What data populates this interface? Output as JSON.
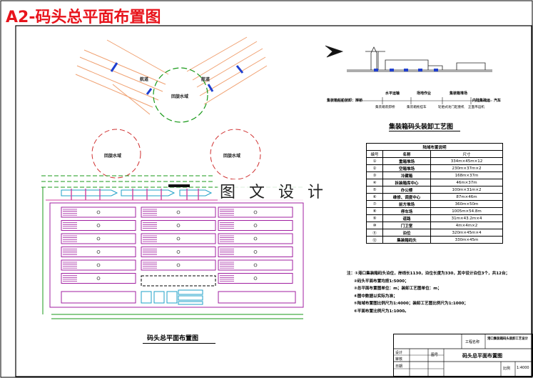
{
  "sheet_title": "A2-码头总平面布置图",
  "watermark": "图 文 设 计",
  "process_title": "集装箱码头装卸工艺图",
  "process_chain": [
    "集装箱船舶装卸：岸桥",
    "水平运输",
    "场地作业",
    "集装箱堆场",
    "内陆集疏运",
    "汽车"
  ],
  "process_chain_secondary": [
    "集装箱装卸桥",
    "集装箱拖挂车",
    "轮胎式龙门起重机",
    "正面吊运机"
  ],
  "plan_title": "码头总平面布置图",
  "plan_labels": {
    "channel_a": "航道",
    "channel_b": "航道",
    "turning_basin": "回旋水域",
    "basin_left": "回旋水域",
    "basin_right": "回旋水域"
  },
  "table": {
    "caption": "陆域布置说明",
    "headers": [
      "编号",
      "名称",
      "尺寸"
    ],
    "rows": [
      [
        "①",
        "重箱堆场",
        "334m×45m×12"
      ],
      [
        "②",
        "空箱堆场",
        "230m×37m×2"
      ],
      [
        "③",
        "冷藏箱",
        "168m×37m"
      ],
      [
        "④",
        "拆装箱库中心",
        "46m×37m"
      ],
      [
        "⑤",
        "办公楼",
        "100m×31m×2"
      ],
      [
        "⑥",
        "维修、调度中心",
        "87m×46m"
      ],
      [
        "⑦",
        "前方堆场",
        "360m×50m"
      ],
      [
        "⑧",
        "停车场",
        "1005m×54.8m"
      ],
      [
        "⑨",
        "道路",
        "31m×43.2m×4"
      ],
      [
        "⑩",
        "门卫室",
        "4m×4m×2"
      ],
      [
        "⑪",
        "泊位",
        "320m×45m×4"
      ],
      [
        "⑫",
        "集装箱码头",
        "330m×45m"
      ]
    ]
  },
  "notes": [
    "注：①港口集装箱码头泊位，岸线长1130，泊位长度为330，其中设计泊位3个，共12台；",
    "②码头平面布置均按1:5000；",
    "③总平面布置图单位：m；装卸工艺图单位：m；",
    "④图中数据以实际为准；",
    "⑤陆域布置图比例尺为1:4000；装卸工艺图比例尺为1:1000；",
    "⑥平面布置比例尺为1:1000。"
  ],
  "title_block": {
    "project_label": "工程名称",
    "project_name": "港口集装箱码头装卸工艺设计",
    "drawing_name": "码头总平面布置图",
    "drawing_no_label": "图号",
    "scale_label": "比例",
    "scale_value": "1:4000",
    "designer_label": "设计",
    "checker_label": "审核",
    "date_label": "日期"
  },
  "colors": {
    "title_red": "#e8141c",
    "land_purple": "#a01fa0",
    "road_blue": "#1f3fd0",
    "water_green": "#1a9a1a",
    "channel_orange": "#f0a070",
    "berth_cyan": "#1fa0c8"
  }
}
